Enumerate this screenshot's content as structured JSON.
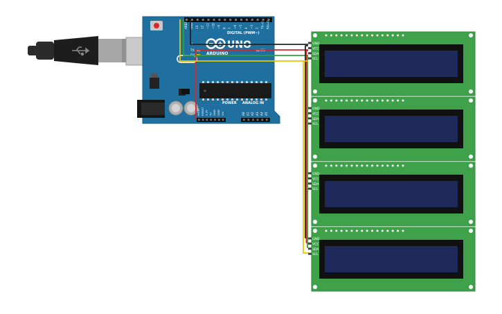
{
  "board": {
    "brand": "ARDUINO",
    "model": "UNO",
    "header_digital": "DIGITAL (PWM~)",
    "header_power": "POWER",
    "header_analog": "ANALOG IN",
    "digital_pins": [
      "AREF",
      "GND",
      "13",
      "12",
      "~11",
      "~10",
      "~9",
      "8",
      "7",
      "~6",
      "~5",
      "4",
      "~3",
      "2",
      "TX→1",
      "RX←0"
    ],
    "power_pins": [
      "IOREF",
      "RESET",
      "3.3V",
      "5V",
      "GND",
      "GND",
      "Vin"
    ],
    "analog_pins": [
      "A0",
      "A1",
      "A2",
      "A3",
      "A4",
      "A5"
    ],
    "led_labels": [
      "L",
      "TX",
      "RX"
    ],
    "on_label": "ON"
  },
  "lcd_pins": [
    "GND",
    "VCC",
    "SDA",
    "SCL"
  ],
  "lcd_count": 4,
  "colors": {
    "pcb_blue": "#1f6f9f",
    "lcd_board_green": "#3fa24a",
    "lcd_screen": "#1e2a5a",
    "wire_gnd": "#222222",
    "wire_vcc": "#d8262c",
    "wire_sda": "#2e9e3c",
    "wire_scl": "#e6c800"
  }
}
